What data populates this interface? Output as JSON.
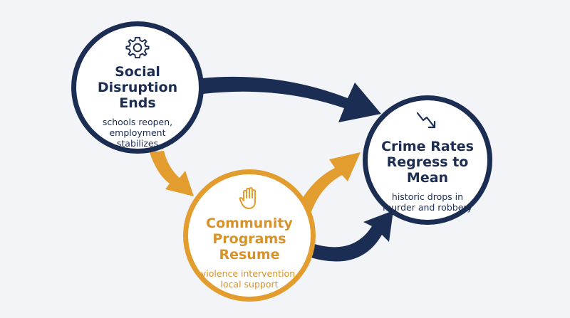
{
  "nodes": {
    "social": {
      "title_lines": [
        "Social",
        "Disruption",
        "Ends"
      ],
      "desc_lines": [
        "schools reopen,",
        "employment",
        "stabilizes"
      ],
      "icon": "gear-icon"
    },
    "community": {
      "title_lines": [
        "Community",
        "Programs",
        "Resume"
      ],
      "desc_lines": [
        "violence intervention,",
        "local support"
      ],
      "icon": "raised-hand-icon"
    },
    "crime": {
      "title_lines": [
        "Crime Rates",
        "Regress to",
        "Mean"
      ],
      "desc_lines": [
        "historic drops in",
        "murder and robbery"
      ],
      "icon": "trend-down-icon"
    }
  },
  "colors": {
    "navy": "#1b2d52",
    "gold": "#e39d2e",
    "background": "#f2f4f7"
  }
}
